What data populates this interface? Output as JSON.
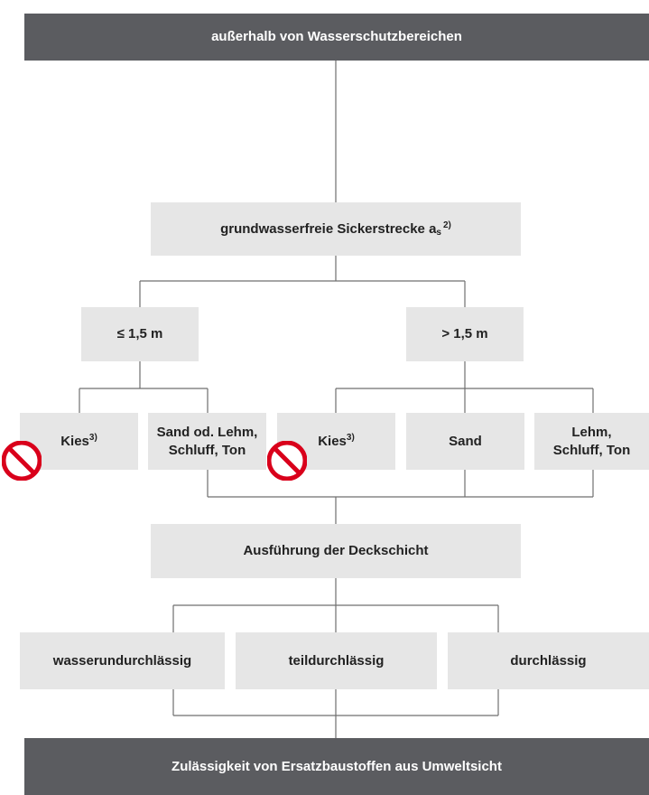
{
  "colors": {
    "header_bg": "#5b5c60",
    "box_bg": "#e6e6e6",
    "line": "#6f6f6f",
    "prohibit_red": "#d9001b"
  },
  "top": {
    "label": "außerhalb von Wasserschutzbereichen"
  },
  "sickerstrecke": {
    "label": "grundwasserfreie Sickerstrecke a",
    "subscript": "s",
    "footnote": "2)"
  },
  "branches": {
    "left": {
      "label": "≤ 1,5 m"
    },
    "right": {
      "label": "> 1,5 m"
    }
  },
  "soils": {
    "left_kies": {
      "label": "Kies",
      "footnote": "3)",
      "icon": "prohibited-icon"
    },
    "left_sand": {
      "line1": "Sand od. Lehm,",
      "line2": "Schluff, Ton"
    },
    "right_kies": {
      "label": "Kies",
      "footnote": "3)",
      "icon": "prohibited-icon"
    },
    "right_sand": {
      "label": "Sand"
    },
    "right_lehm": {
      "line1": "Lehm,",
      "line2": "Schluff, Ton"
    }
  },
  "deckschicht": {
    "label": "Ausführung der Deckschicht"
  },
  "options": {
    "wasserundurchlaessig": "wasserundurchlässig",
    "teildurchlaessig": "teildurchlässig",
    "durchlaessig": "durchlässig"
  },
  "bottom": {
    "label": "Zulässigkeit von Ersatzbaustoffen aus Umweltsicht"
  }
}
